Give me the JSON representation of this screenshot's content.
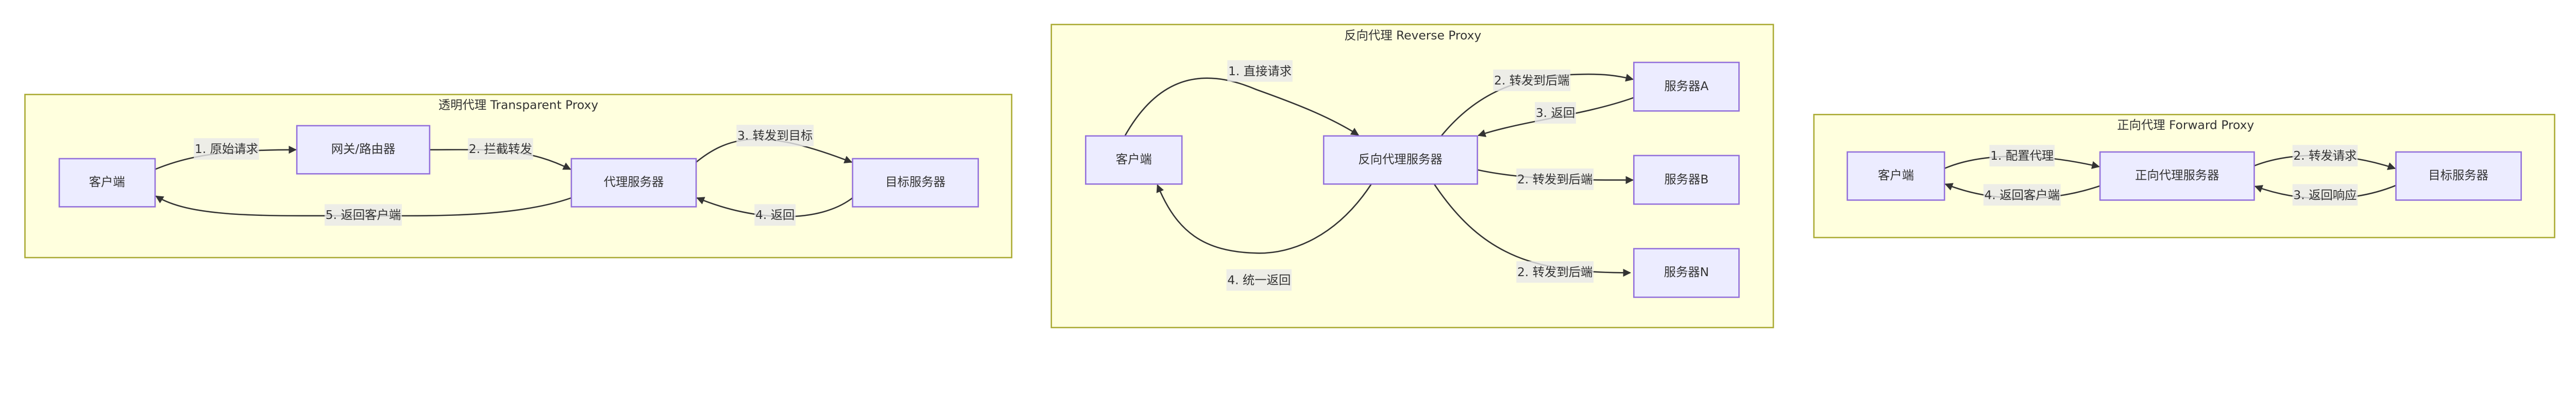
{
  "colors": {
    "cluster_fill": "#ffffde",
    "cluster_stroke": "#aaaa33",
    "node_fill": "#ececff",
    "node_stroke": "#9370db",
    "edge": "#333333",
    "label_bg": "#e8e8e8"
  },
  "transparent": {
    "title": "透明代理 Transparent Proxy",
    "nodes": {
      "client": "客户端",
      "gateway": "网关/路由器",
      "proxy": "代理服务器",
      "target": "目标服务器"
    },
    "edges": [
      "1. 原始请求",
      "2. 拦截转发",
      "3. 转发到目标",
      "4. 返回",
      "5. 返回客户端"
    ]
  },
  "reverse": {
    "title": "反向代理 Reverse Proxy",
    "nodes": {
      "client": "客户端",
      "proxy": "反向代理服务器",
      "server_a": "服务器A",
      "server_b": "服务器B",
      "server_n": "服务器N"
    },
    "edges": [
      "1. 直接请求",
      "2. 转发到后端",
      "3. 返回",
      "2. 转发到后端",
      "2. 转发到后端",
      "4. 统一返回"
    ]
  },
  "forward": {
    "title": "正向代理 Forward Proxy",
    "nodes": {
      "client": "客户端",
      "proxy": "正向代理服务器",
      "target": "目标服务器"
    },
    "edges": [
      "1. 配置代理",
      "2. 转发请求",
      "3. 返回响应",
      "4. 返回客户端"
    ]
  }
}
